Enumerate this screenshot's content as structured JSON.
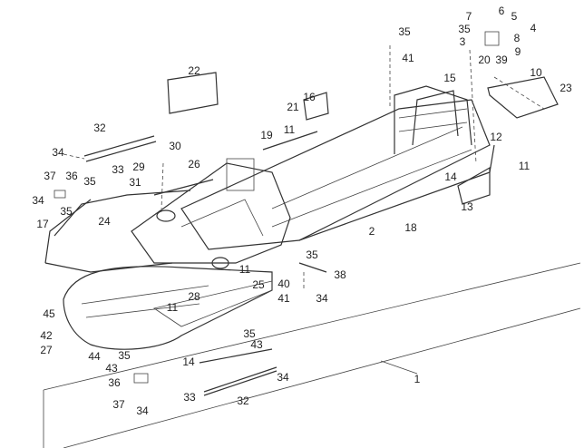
{
  "diagram": {
    "type": "exploded parts diagram",
    "callouts": [
      "7",
      "6",
      "5",
      "4",
      "35",
      "8",
      "3",
      "20",
      "39",
      "9",
      "35",
      "41",
      "22",
      "10",
      "23",
      "15",
      "16",
      "21",
      "11",
      "19",
      "12",
      "32",
      "30",
      "34",
      "33",
      "29",
      "26",
      "11",
      "14",
      "35",
      "37",
      "36",
      "31",
      "34",
      "35",
      "13",
      "2",
      "18",
      "17",
      "24",
      "35",
      "38",
      "11",
      "40",
      "25",
      "41",
      "34",
      "28",
      "11",
      "45",
      "42",
      "27",
      "44",
      "35",
      "43",
      "35",
      "14",
      "43",
      "36",
      "37",
      "34",
      "33",
      "32",
      "34",
      "1"
    ]
  }
}
